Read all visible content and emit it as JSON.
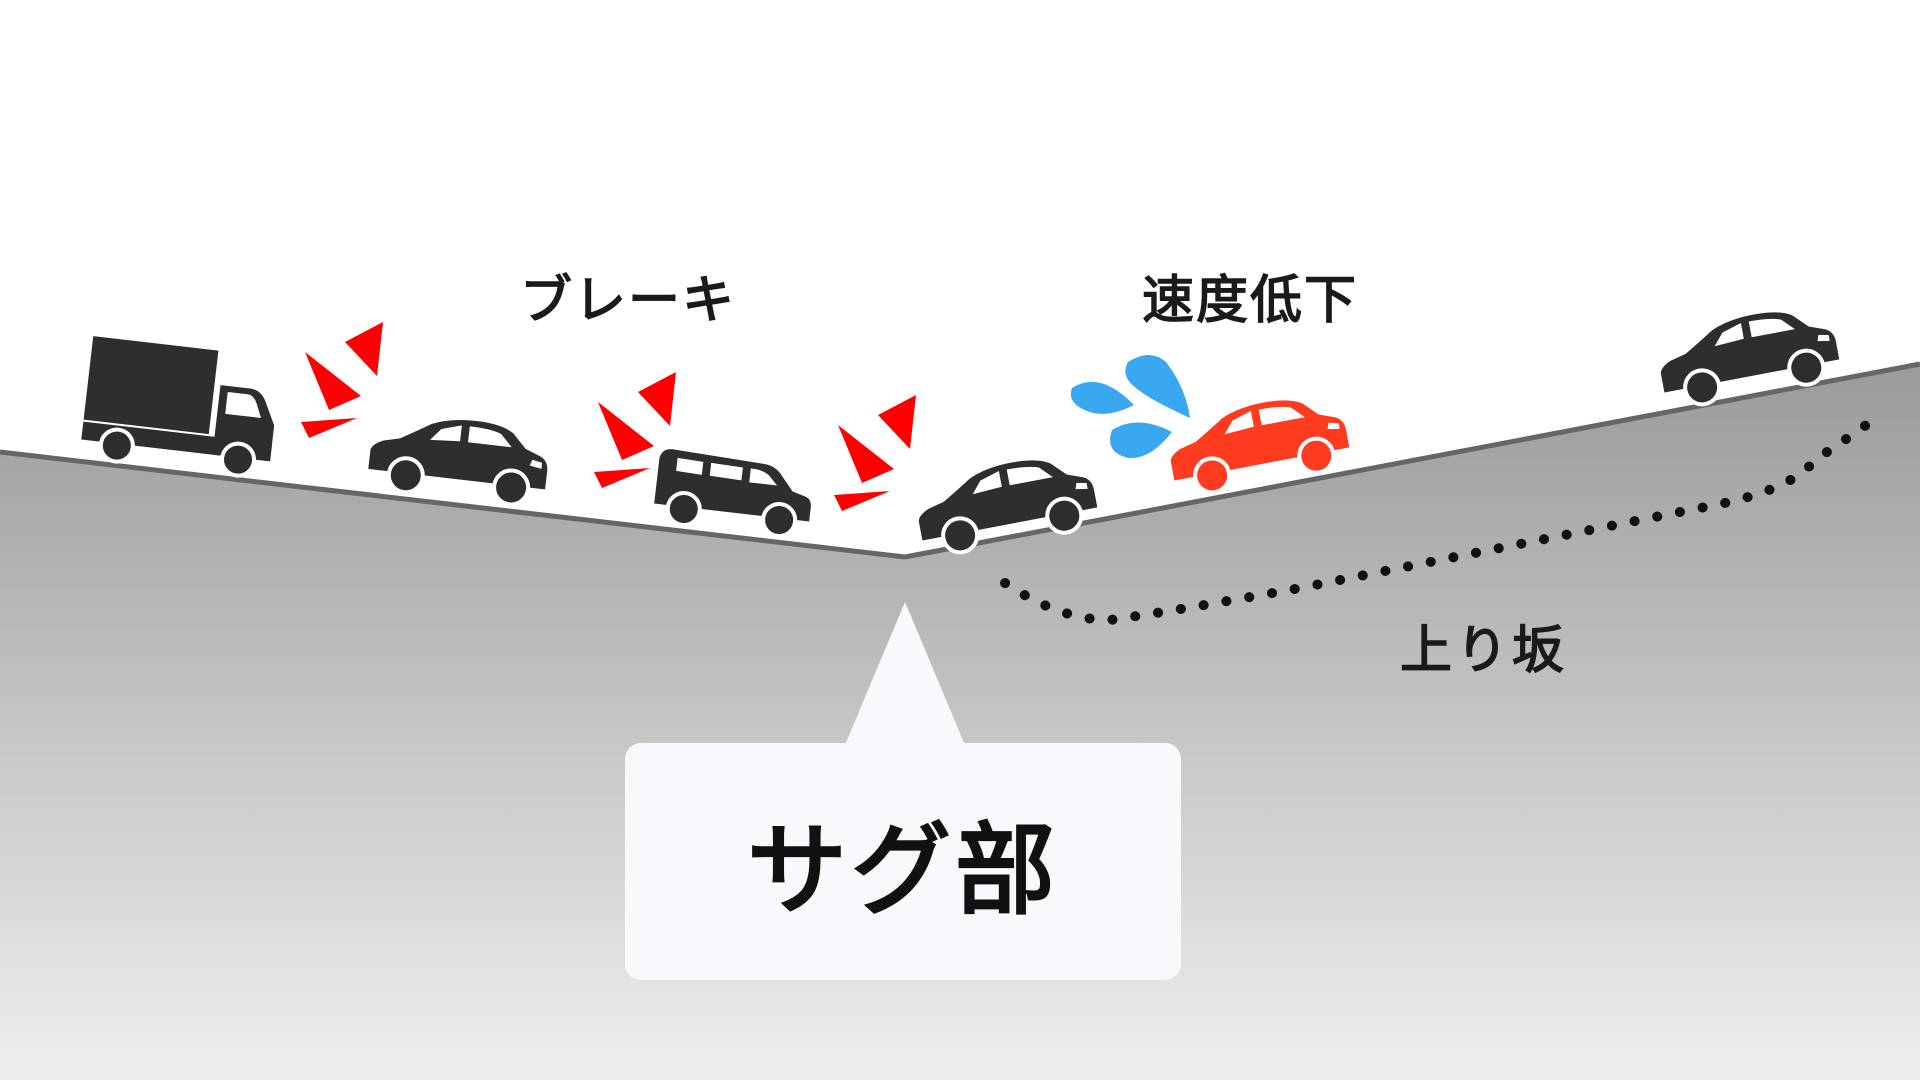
{
  "labels": {
    "brake": "ブレーキ",
    "speed_drop": "速度低下",
    "uphill": "上り坂",
    "sag": "サグ部"
  },
  "colors": {
    "ground_top": "#9a9a9a",
    "ground_bottom": "#efefef",
    "road_line": "#666666",
    "vehicle": "#2e2e2e",
    "red_car": "#ff3b1f",
    "brake_marks": "#ff0000",
    "sweat_drops": "#3aa8f0",
    "callout": "#f8f9fc"
  },
  "icons": [
    "truck-icon",
    "car-icon",
    "brake-marks-icon",
    "sweat-drops-icon",
    "dotted-arrow-icon"
  ]
}
